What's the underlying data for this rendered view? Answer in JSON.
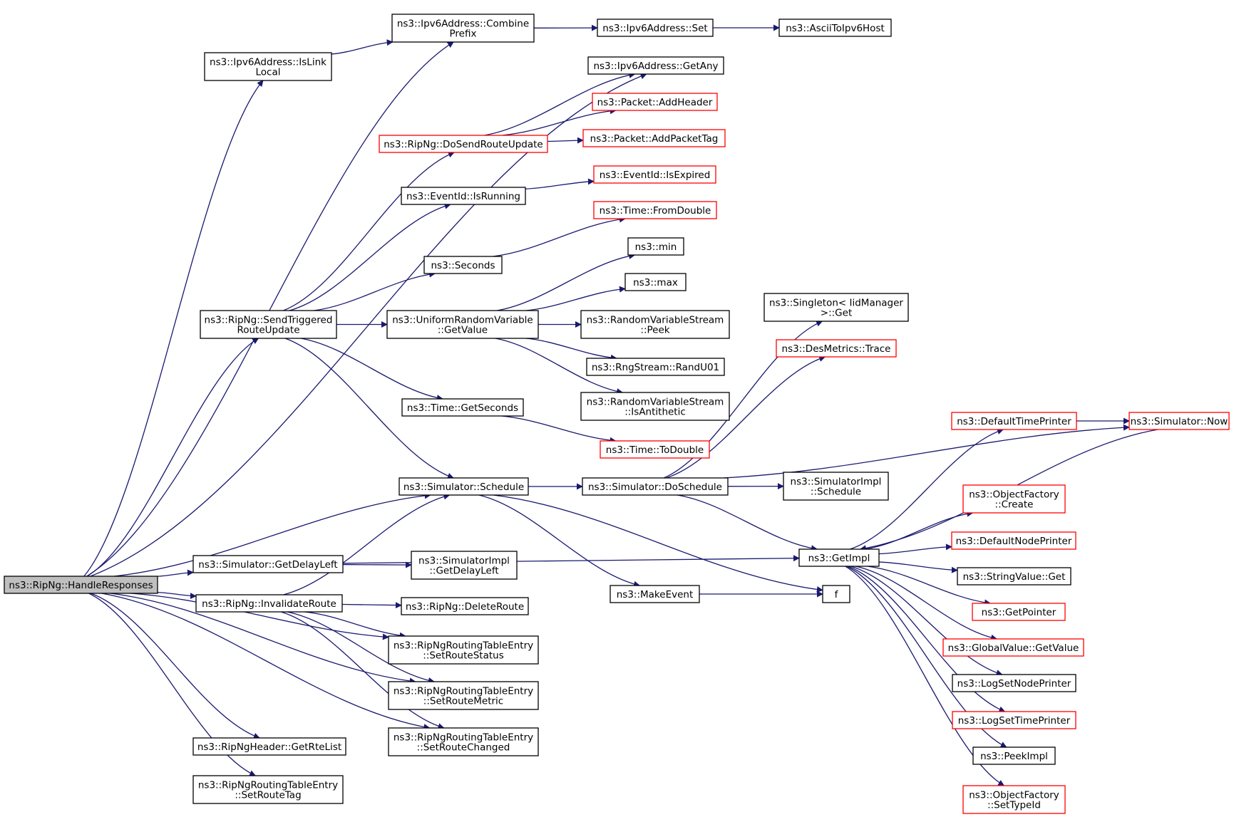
{
  "colors": {
    "edge": "#191970",
    "node_border": "#000000",
    "node_border_highlight": "#ff0000",
    "root_fill": "#bfbfbf",
    "background": "#ffffff"
  },
  "nodes": [
    {
      "id": "handle_responses",
      "lines": [
        "ns3::RipNg::HandleResponses"
      ],
      "style": "root"
    },
    {
      "id": "combine_prefix",
      "lines": [
        "ns3::Ipv6Address::Combine",
        "Prefix"
      ],
      "style": "black"
    },
    {
      "id": "ipv6_set",
      "lines": [
        "ns3::Ipv6Address::Set"
      ],
      "style": "black"
    },
    {
      "id": "ascii_to_ipv6",
      "lines": [
        "ns3::AsciiToIpv6Host"
      ],
      "style": "black"
    },
    {
      "id": "is_link_local",
      "lines": [
        "ns3::Ipv6Address::IsLink",
        "Local"
      ],
      "style": "black"
    },
    {
      "id": "get_any",
      "lines": [
        "ns3::Ipv6Address::GetAny"
      ],
      "style": "black"
    },
    {
      "id": "add_header",
      "lines": [
        "ns3::Packet::AddHeader"
      ],
      "style": "red"
    },
    {
      "id": "do_send_route_update",
      "lines": [
        "ns3::RipNg::DoSendRouteUpdate"
      ],
      "style": "red"
    },
    {
      "id": "add_packet_tag",
      "lines": [
        "ns3::Packet::AddPacketTag"
      ],
      "style": "red"
    },
    {
      "id": "is_running",
      "lines": [
        "ns3::EventId::IsRunning"
      ],
      "style": "black"
    },
    {
      "id": "is_expired",
      "lines": [
        "ns3::EventId::IsExpired"
      ],
      "style": "red"
    },
    {
      "id": "from_double",
      "lines": [
        "ns3::Time::FromDouble"
      ],
      "style": "red"
    },
    {
      "id": "seconds",
      "lines": [
        "ns3::Seconds"
      ],
      "style": "black"
    },
    {
      "id": "min",
      "lines": [
        "ns3::min"
      ],
      "style": "black"
    },
    {
      "id": "max",
      "lines": [
        "ns3::max"
      ],
      "style": "black"
    },
    {
      "id": "send_triggered",
      "lines": [
        "ns3::RipNg::SendTriggered",
        "RouteUpdate"
      ],
      "style": "black"
    },
    {
      "id": "urv_get_value",
      "lines": [
        "ns3::UniformRandomVariable",
        "::GetValue"
      ],
      "style": "black"
    },
    {
      "id": "rvs_peek",
      "lines": [
        "ns3::RandomVariableStream",
        "::Peek"
      ],
      "style": "black"
    },
    {
      "id": "rand_u01",
      "lines": [
        "ns3::RngStream::RandU01"
      ],
      "style": "black"
    },
    {
      "id": "is_antithetic",
      "lines": [
        "ns3::RandomVariableStream",
        "::IsAntithetic"
      ],
      "style": "black"
    },
    {
      "id": "singleton_get",
      "lines": [
        "ns3::Singleton< IidManager",
        ">::Get"
      ],
      "style": "black"
    },
    {
      "id": "des_trace",
      "lines": [
        "ns3::DesMetrics::Trace"
      ],
      "style": "red"
    },
    {
      "id": "get_seconds",
      "lines": [
        "ns3::Time::GetSeconds"
      ],
      "style": "black"
    },
    {
      "id": "to_double",
      "lines": [
        "ns3::Time::ToDouble"
      ],
      "style": "red"
    },
    {
      "id": "default_time_printer",
      "lines": [
        "ns3::DefaultTimePrinter"
      ],
      "style": "red"
    },
    {
      "id": "sim_now",
      "lines": [
        "ns3::Simulator::Now"
      ],
      "style": "red"
    },
    {
      "id": "sim_schedule",
      "lines": [
        "ns3::Simulator::Schedule"
      ],
      "style": "black"
    },
    {
      "id": "sim_do_schedule",
      "lines": [
        "ns3::Simulator::DoSchedule"
      ],
      "style": "black"
    },
    {
      "id": "simimpl_schedule",
      "lines": [
        "ns3::SimulatorImpl",
        "::Schedule"
      ],
      "style": "black"
    },
    {
      "id": "of_create",
      "lines": [
        "ns3::ObjectFactory",
        "::Create"
      ],
      "style": "red"
    },
    {
      "id": "default_node_printer",
      "lines": [
        "ns3::DefaultNodePrinter"
      ],
      "style": "red"
    },
    {
      "id": "get_delay_left",
      "lines": [
        "ns3::Simulator::GetDelayLeft"
      ],
      "style": "black"
    },
    {
      "id": "simimpl_get_delay_left",
      "lines": [
        "ns3::SimulatorImpl",
        "::GetDelayLeft"
      ],
      "style": "black"
    },
    {
      "id": "get_impl",
      "lines": [
        "ns3::GetImpl"
      ],
      "style": "black"
    },
    {
      "id": "string_value_get",
      "lines": [
        "ns3::StringValue::Get"
      ],
      "style": "black"
    },
    {
      "id": "invalidate_route",
      "lines": [
        "ns3::RipNg::InvalidateRoute"
      ],
      "style": "black"
    },
    {
      "id": "delete_route",
      "lines": [
        "ns3::RipNg::DeleteRoute"
      ],
      "style": "black"
    },
    {
      "id": "make_event",
      "lines": [
        "ns3::MakeEvent"
      ],
      "style": "black"
    },
    {
      "id": "f",
      "lines": [
        "f"
      ],
      "style": "black"
    },
    {
      "id": "get_pointer",
      "lines": [
        "ns3::GetPointer"
      ],
      "style": "red"
    },
    {
      "id": "set_route_status",
      "lines": [
        "ns3::RipNgRoutingTableEntry",
        "::SetRouteStatus"
      ],
      "style": "black"
    },
    {
      "id": "gv_get_value",
      "lines": [
        "ns3::GlobalValue::GetValue"
      ],
      "style": "red"
    },
    {
      "id": "log_set_node_printer",
      "lines": [
        "ns3::LogSetNodePrinter"
      ],
      "style": "black"
    },
    {
      "id": "set_route_metric",
      "lines": [
        "ns3::RipNgRoutingTableEntry",
        "::SetRouteMetric"
      ],
      "style": "black"
    },
    {
      "id": "log_set_time_printer",
      "lines": [
        "ns3::LogSetTimePrinter"
      ],
      "style": "red"
    },
    {
      "id": "set_route_changed",
      "lines": [
        "ns3::RipNgRoutingTableEntry",
        "::SetRouteChanged"
      ],
      "style": "black"
    },
    {
      "id": "get_rte_list",
      "lines": [
        "ns3::RipNgHeader::GetRteList"
      ],
      "style": "black"
    },
    {
      "id": "peek_impl",
      "lines": [
        "ns3::PeekImpl"
      ],
      "style": "black"
    },
    {
      "id": "set_route_tag",
      "lines": [
        "ns3::RipNgRoutingTableEntry",
        "::SetRouteTag"
      ],
      "style": "black"
    },
    {
      "id": "of_set_type_id",
      "lines": [
        "ns3::ObjectFactory",
        "::SetTypeId"
      ],
      "style": "red"
    }
  ],
  "edges": [
    [
      "handle_responses",
      "combine_prefix"
    ],
    [
      "handle_responses",
      "is_link_local"
    ],
    [
      "handle_responses",
      "get_any"
    ],
    [
      "handle_responses",
      "send_triggered"
    ],
    [
      "handle_responses",
      "sim_schedule"
    ],
    [
      "handle_responses",
      "get_delay_left"
    ],
    [
      "handle_responses",
      "invalidate_route"
    ],
    [
      "handle_responses",
      "set_route_status"
    ],
    [
      "handle_responses",
      "set_route_metric"
    ],
    [
      "handle_responses",
      "set_route_changed"
    ],
    [
      "handle_responses",
      "get_rte_list"
    ],
    [
      "handle_responses",
      "set_route_tag"
    ],
    [
      "combine_prefix",
      "ipv6_set"
    ],
    [
      "ipv6_set",
      "ascii_to_ipv6"
    ],
    [
      "is_link_local",
      "combine_prefix"
    ],
    [
      "do_send_route_update",
      "get_any"
    ],
    [
      "do_send_route_update",
      "add_header"
    ],
    [
      "do_send_route_update",
      "add_packet_tag"
    ],
    [
      "is_running",
      "is_expired"
    ],
    [
      "seconds",
      "from_double"
    ],
    [
      "send_triggered",
      "do_send_route_update"
    ],
    [
      "send_triggered",
      "is_running"
    ],
    [
      "send_triggered",
      "seconds"
    ],
    [
      "send_triggered",
      "urv_get_value"
    ],
    [
      "send_triggered",
      "get_seconds"
    ],
    [
      "send_triggered",
      "sim_schedule"
    ],
    [
      "urv_get_value",
      "min"
    ],
    [
      "urv_get_value",
      "max"
    ],
    [
      "urv_get_value",
      "rvs_peek"
    ],
    [
      "urv_get_value",
      "rand_u01"
    ],
    [
      "urv_get_value",
      "is_antithetic"
    ],
    [
      "get_seconds",
      "to_double"
    ],
    [
      "sim_schedule",
      "sim_do_schedule"
    ],
    [
      "sim_schedule",
      "make_event"
    ],
    [
      "sim_schedule",
      "f"
    ],
    [
      "sim_do_schedule",
      "singleton_get"
    ],
    [
      "sim_do_schedule",
      "des_trace"
    ],
    [
      "sim_do_schedule",
      "sim_now"
    ],
    [
      "sim_do_schedule",
      "simimpl_schedule"
    ],
    [
      "sim_do_schedule",
      "get_impl"
    ],
    [
      "default_time_printer",
      "sim_now"
    ],
    [
      "sim_now",
      "get_impl"
    ],
    [
      "get_delay_left",
      "get_impl"
    ],
    [
      "get_delay_left",
      "simimpl_get_delay_left"
    ],
    [
      "get_impl",
      "default_time_printer"
    ],
    [
      "get_impl",
      "of_create"
    ],
    [
      "get_impl",
      "default_node_printer"
    ],
    [
      "get_impl",
      "string_value_get"
    ],
    [
      "get_impl",
      "get_pointer"
    ],
    [
      "get_impl",
      "gv_get_value"
    ],
    [
      "get_impl",
      "log_set_node_printer"
    ],
    [
      "get_impl",
      "log_set_time_printer"
    ],
    [
      "get_impl",
      "peek_impl"
    ],
    [
      "get_impl",
      "of_set_type_id"
    ],
    [
      "invalidate_route",
      "sim_schedule"
    ],
    [
      "invalidate_route",
      "delete_route"
    ],
    [
      "invalidate_route",
      "set_route_status"
    ],
    [
      "invalidate_route",
      "set_route_metric"
    ],
    [
      "invalidate_route",
      "set_route_changed"
    ],
    [
      "make_event",
      "f"
    ]
  ]
}
